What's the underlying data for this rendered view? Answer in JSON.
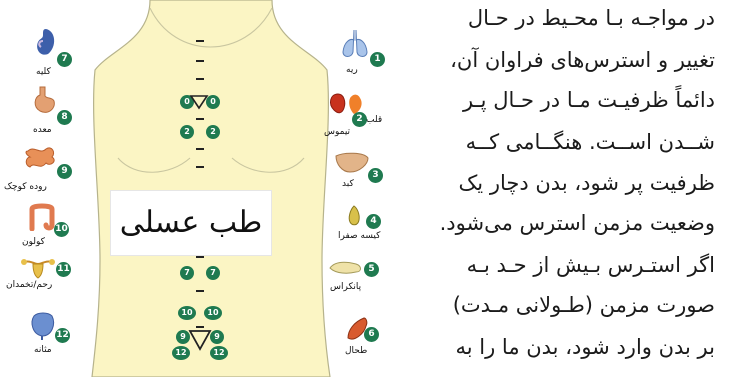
{
  "paragraph": {
    "lines": [
      "در مواجـه بـا محـیط در حـال",
      "تغییر و استرس‌های فراوان آن،",
      "دائماً ظرفیـت مـا در حـال پـر",
      "شــدن اســت. هنگــامی کــه",
      "ظرفیت پر شود، بدن دچار یک",
      "وضعیت مزمن استرس می‌شود.",
      "اگر استـرس بـیش از حـد بـه",
      "صورت مزمن (طـولانی مـدت)",
      "بر بدن وارد شود، بدن ما را به"
    ]
  },
  "figure": {
    "watermark": "طب عسلی",
    "organs_left": [
      {
        "num": "7",
        "label": "کلیه",
        "icon": "kidney-icon"
      },
      {
        "num": "8",
        "label": "معده",
        "icon": "stomach-icon"
      },
      {
        "num": "9",
        "label": "روده کوچک",
        "icon": "small-intestine-icon"
      },
      {
        "num": "10",
        "label": "کولون",
        "icon": "colon-icon"
      },
      {
        "num": "11",
        "label": "رحم/تخمدان",
        "icon": "uterus-icon"
      },
      {
        "num": "12",
        "label": "مثانه",
        "icon": "bladder-icon"
      }
    ],
    "organs_right": [
      {
        "num": "1",
        "label": "ریه",
        "icon": "lung-icon"
      },
      {
        "num": "2",
        "label": "قلب",
        "label2": "تیموس",
        "icon": "heart-icon"
      },
      {
        "num": "3",
        "label": "کبد",
        "icon": "liver-icon"
      },
      {
        "num": "4",
        "label": "کیسه صفرا",
        "icon": "gallbladder-icon"
      },
      {
        "num": "5",
        "label": "پانکراس",
        "icon": "pancreas-icon"
      },
      {
        "num": "6",
        "label": "طحال",
        "icon": "spleen-icon"
      }
    ],
    "spine_points": {
      "row1": [
        "0",
        "0"
      ],
      "row2": [
        "2",
        "2"
      ],
      "row7": [
        "7",
        "7"
      ],
      "row10": [
        "10",
        "10"
      ],
      "row9": [
        "9",
        "9"
      ],
      "row12": [
        "12",
        "12"
      ]
    },
    "colors": {
      "badge": "#1f7a50",
      "skin": "#fbf5c4",
      "outline": "#9a9a7a"
    }
  }
}
